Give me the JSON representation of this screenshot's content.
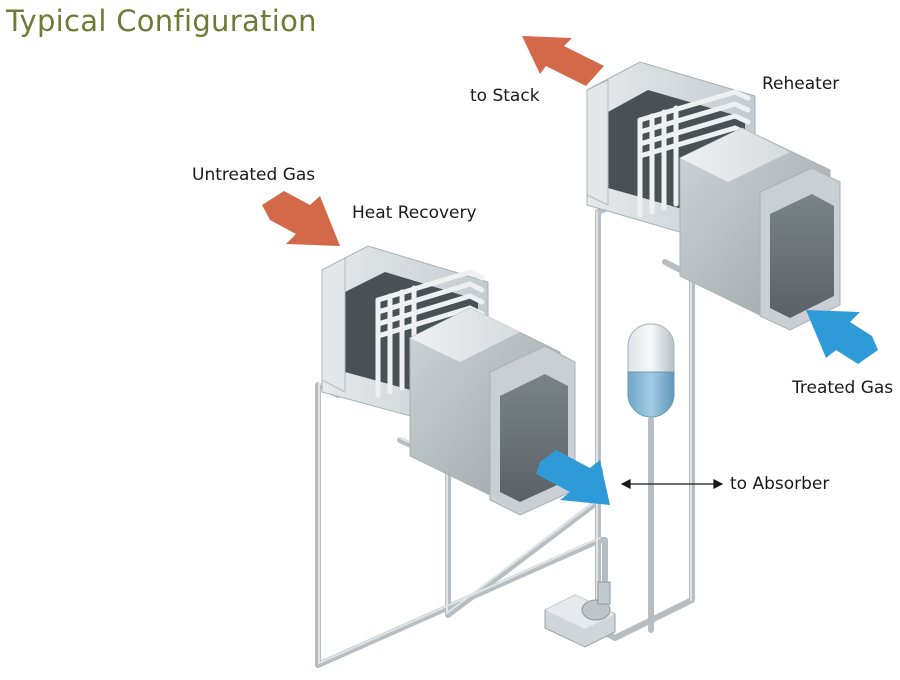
{
  "title": "Typical Configuration",
  "labels": {
    "untreated_gas": "Untreated Gas",
    "heat_recovery": "Heat Recovery",
    "to_stack": "to Stack",
    "reheater": "Reheater",
    "treated_gas": "Treated Gas",
    "to_absorber": "to Absorber"
  },
  "colors": {
    "title": "#6d7b34",
    "hot_arrow": "#d4694a",
    "cold_arrow": "#2f9ad8",
    "pipe": "#b9c1c6",
    "housing": "#d5dadd",
    "tank_liquid": "#7fb2d2"
  }
}
